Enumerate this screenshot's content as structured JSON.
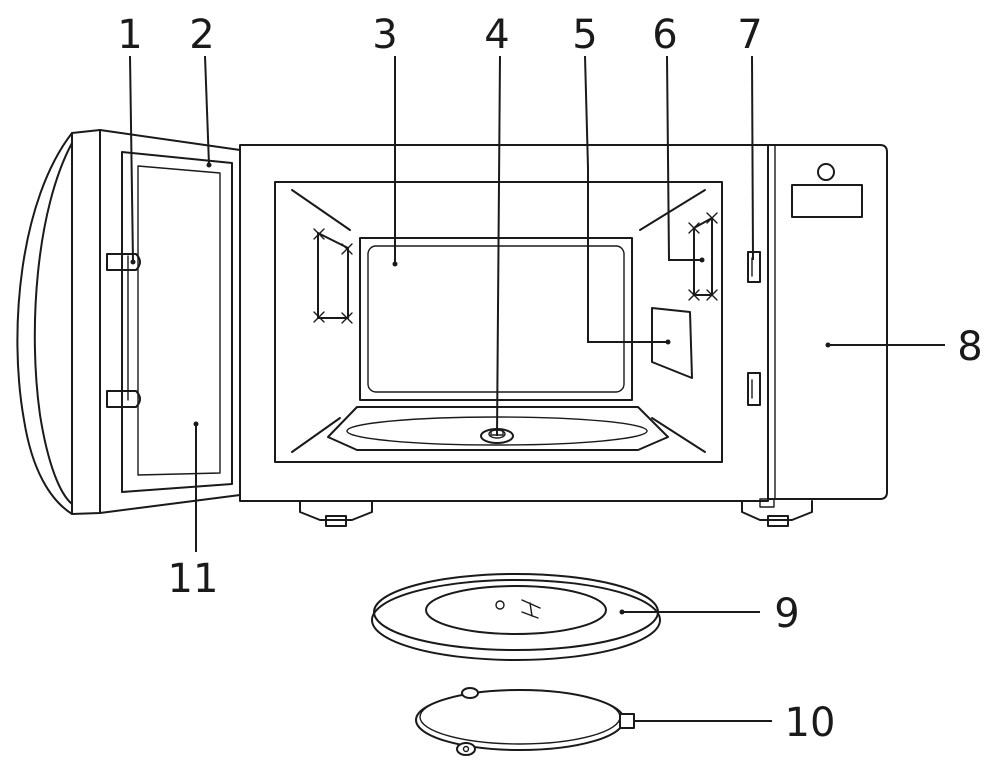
{
  "callouts": [
    "1",
    "2",
    "3",
    "4",
    "5",
    "6",
    "7",
    "8",
    "9",
    "10",
    "11"
  ],
  "colors": {
    "ink": "#1a1a1a",
    "background": "#ffffff",
    "stipple": "#777777"
  }
}
